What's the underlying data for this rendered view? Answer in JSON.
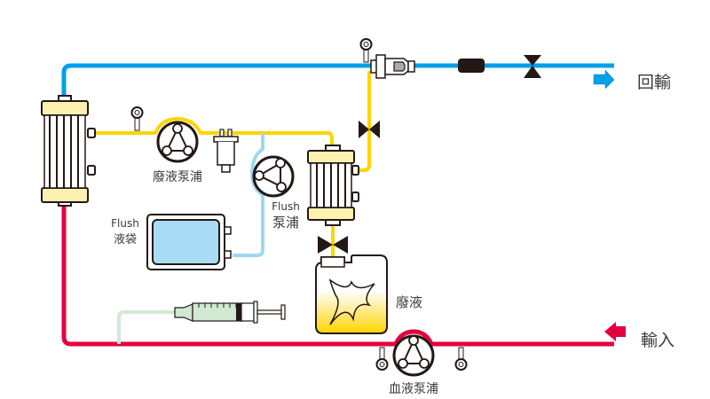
{
  "diagram": {
    "title": "",
    "labels": {
      "return": "回輸",
      "input": "輸入",
      "waste_pump": "廢液泵浦",
      "flush_pump_en": "Flush",
      "flush_pump_zh": "泵浦",
      "flush_bag_en": "Flush",
      "flush_bag_zh": "液袋",
      "waste": "廢液",
      "blood_pump": "血液泵浦"
    },
    "lines": [
      {
        "name": "return-line",
        "color": "#00a0e9"
      },
      {
        "name": "filtrate-line",
        "color": "#ffd400"
      },
      {
        "name": "flush-line",
        "color": "#a0d8ef"
      },
      {
        "name": "blood-input-line",
        "color": "#e4003f"
      },
      {
        "name": "syringe-line",
        "color": "#d0ead6"
      }
    ],
    "colors": {
      "filter_cap": "#fdf1b0",
      "outline": "#231815",
      "flush_bag_fill": "#a8dcf4",
      "waste_gradient_top": "#ffffff",
      "waste_gradient_bottom": "#ffd400",
      "syringe_fill": "#cfe9d3"
    }
  }
}
